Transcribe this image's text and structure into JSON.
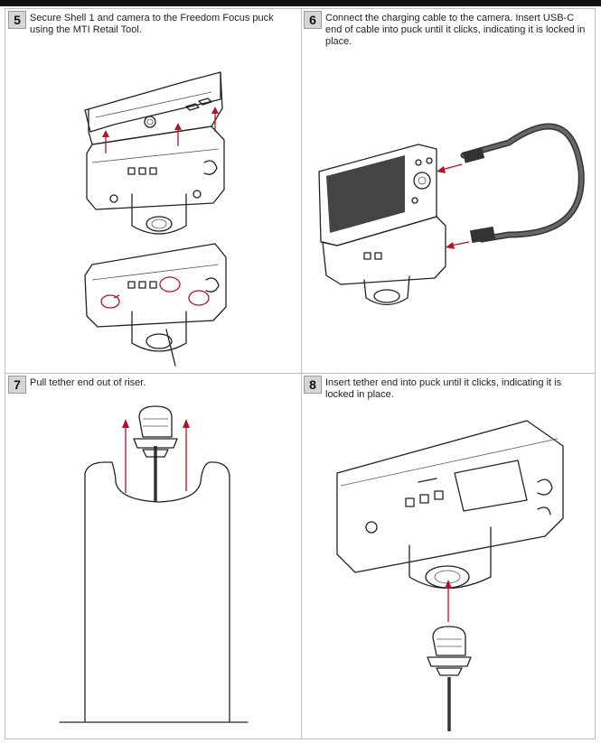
{
  "steps": [
    {
      "number": "5",
      "text": "Secure Shell 1 and camera to the Freedom Focus puck using the MTI Retail Tool."
    },
    {
      "number": "6",
      "text": "Connect the charging cable to the camera. Insert USB-C end of cable into puck until it clicks, indicating it is locked in place."
    },
    {
      "number": "7",
      "text": "Pull tether end out of riser."
    },
    {
      "number": "8",
      "text": "Insert tether end into puck until it clicks, indicating it is locked in place."
    }
  ],
  "colors": {
    "accent": "#b3122a",
    "border": "#bdbdbd",
    "badge": "#d6d6d6"
  }
}
